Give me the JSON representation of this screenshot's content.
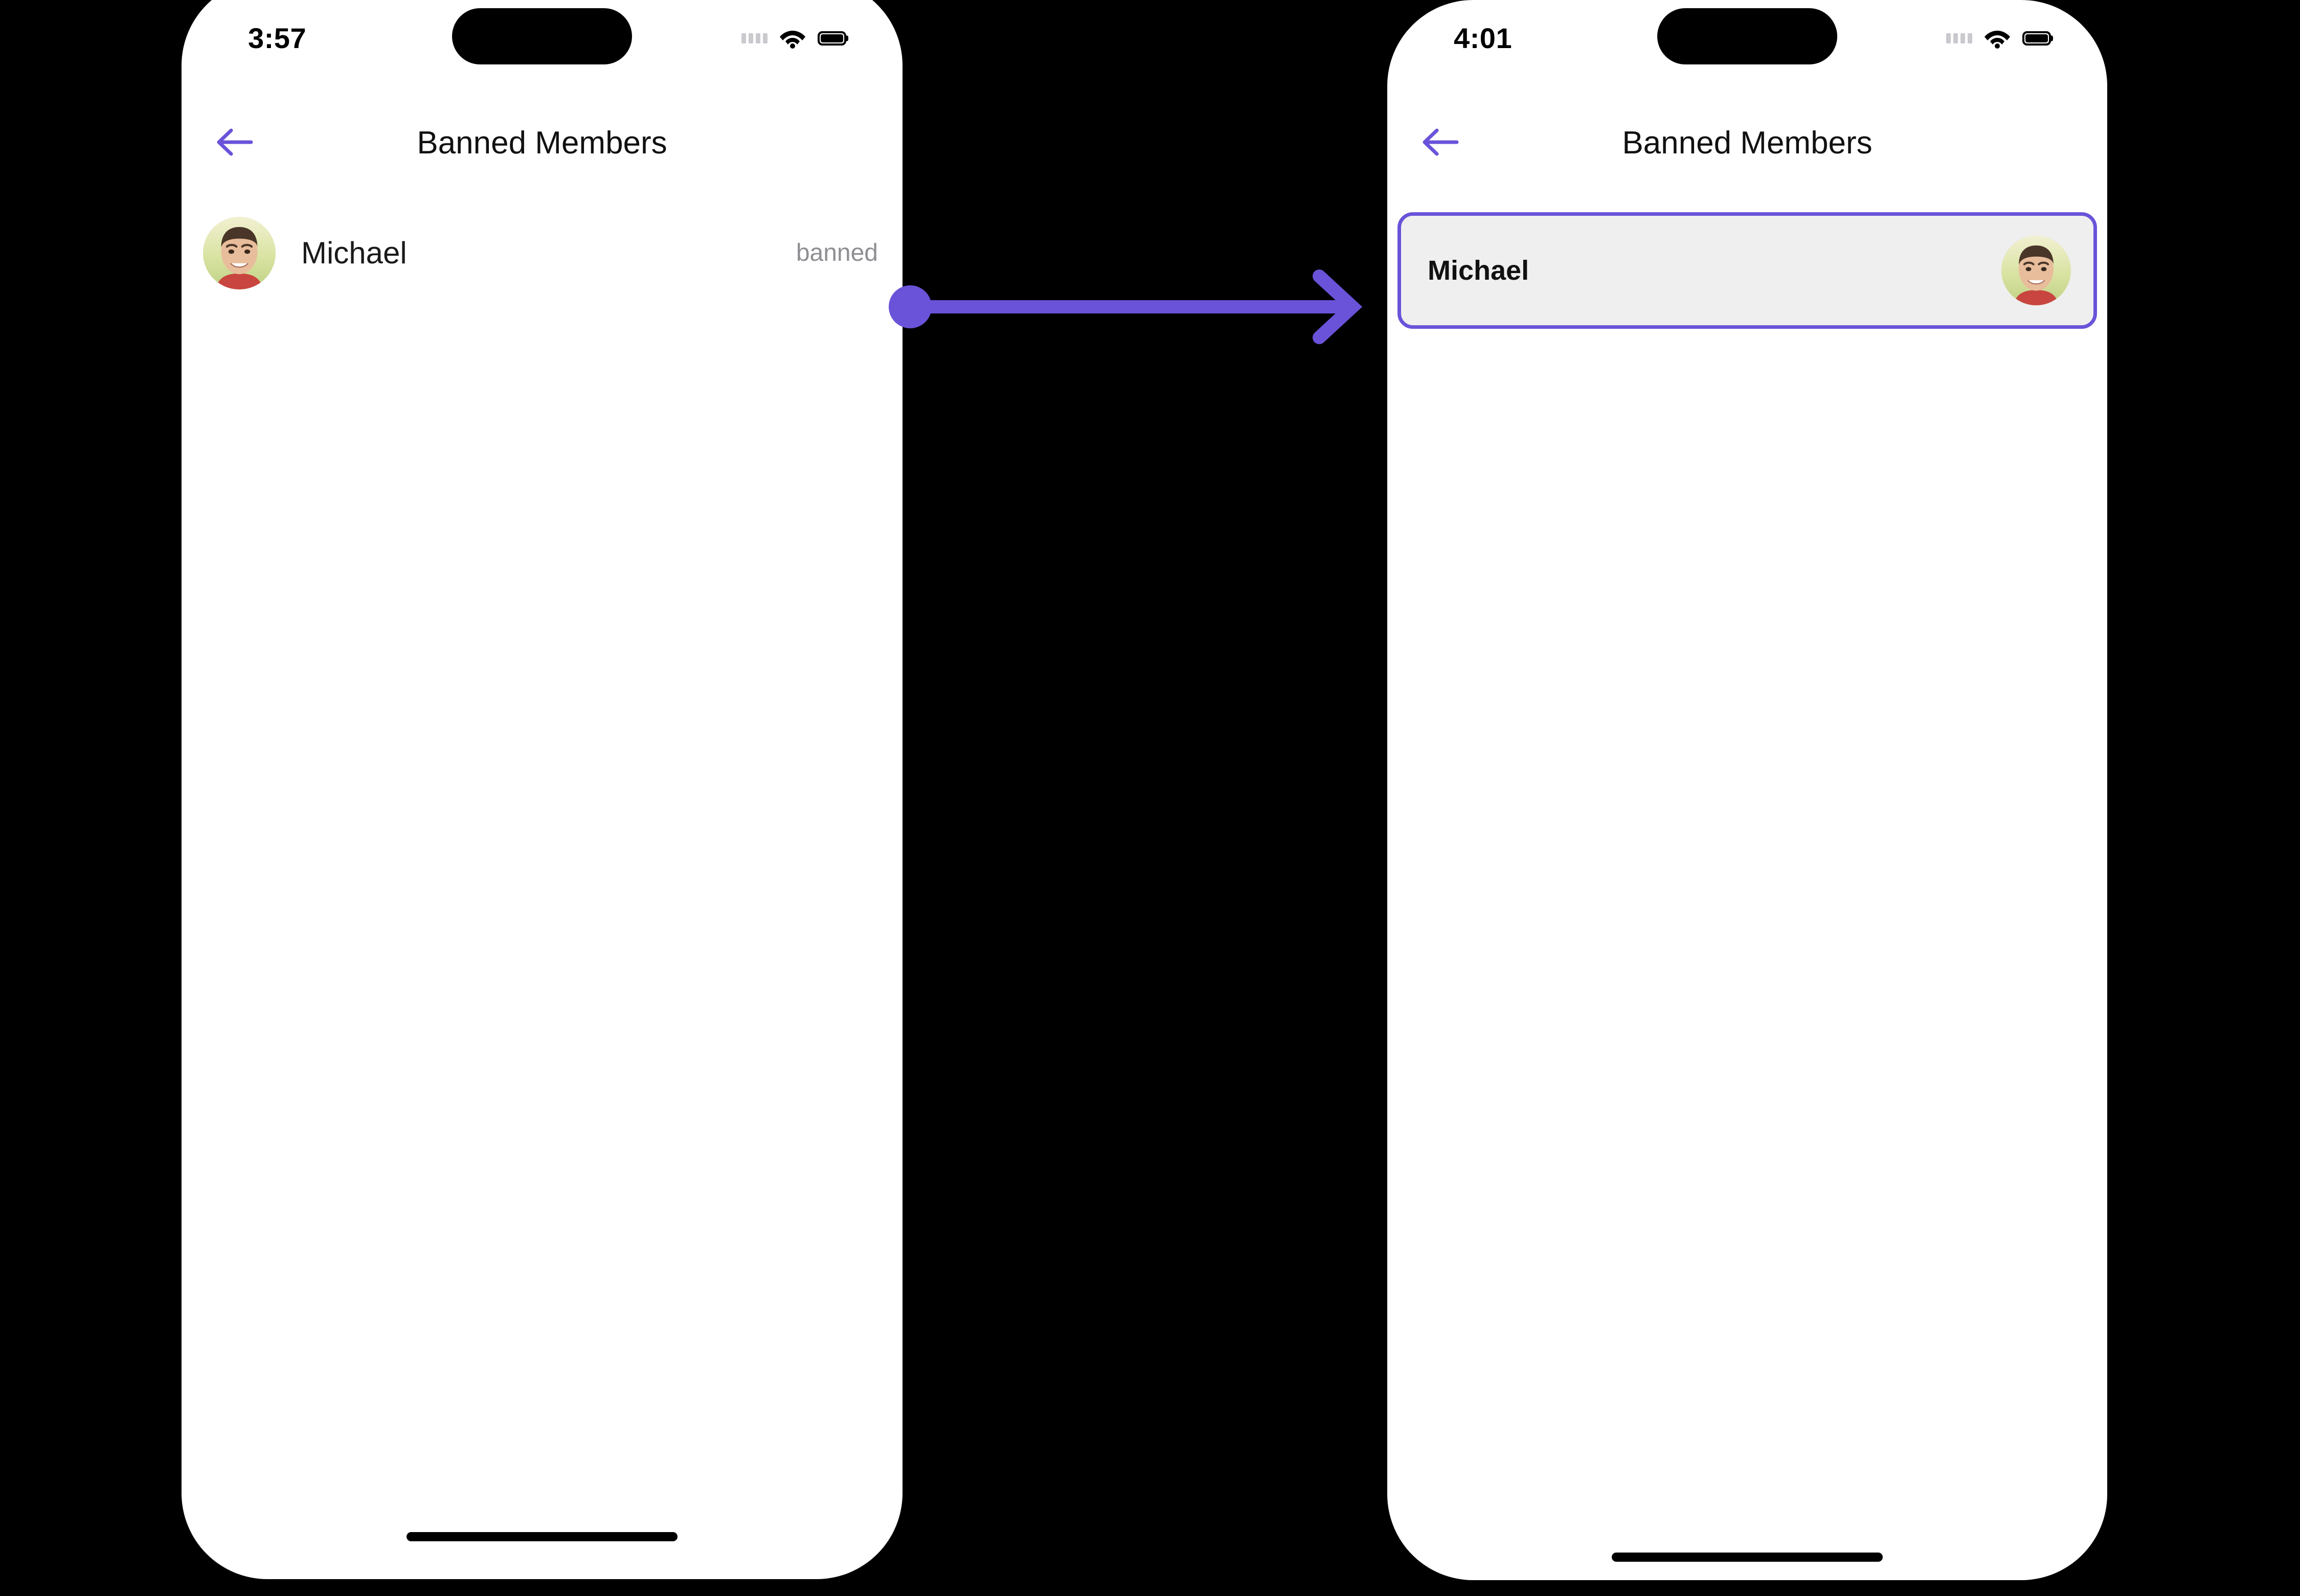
{
  "theme": {
    "accent_purple": "#6A53D9",
    "screen_background": "#FFFFFF",
    "page_background": "#000000",
    "card_background": "#EFEFEF",
    "muted_text": "#8E8E93",
    "title_text": "#111111"
  },
  "screens": [
    {
      "id": "before",
      "status_bar": {
        "time": "3:57",
        "signal_icon": "cellular-signal-icon",
        "wifi_icon": "wifi-icon",
        "battery_icon": "battery-full-icon"
      },
      "nav": {
        "back_icon": "arrow-left-icon",
        "title": "Banned Members"
      },
      "list": {
        "rows": [
          {
            "avatar_icon": "user-avatar-photo",
            "name": "Michael",
            "status": "banned"
          }
        ]
      },
      "home_indicator": "home-indicator-bar"
    },
    {
      "id": "after",
      "status_bar": {
        "time": "4:01",
        "signal_icon": "cellular-signal-icon",
        "wifi_icon": "wifi-icon",
        "battery_icon": "battery-full-icon"
      },
      "nav": {
        "back_icon": "arrow-left-icon",
        "title": "Banned Members"
      },
      "list": {
        "rows": [
          {
            "avatar_icon": "user-avatar-photo",
            "name": "Michael",
            "status": ""
          }
        ]
      },
      "home_indicator": "home-indicator-bar"
    }
  ],
  "annotation": {
    "arrow_icon": "flow-arrow-right",
    "start_marker_icon": "flow-start-dot",
    "color": "#6A53D9"
  }
}
